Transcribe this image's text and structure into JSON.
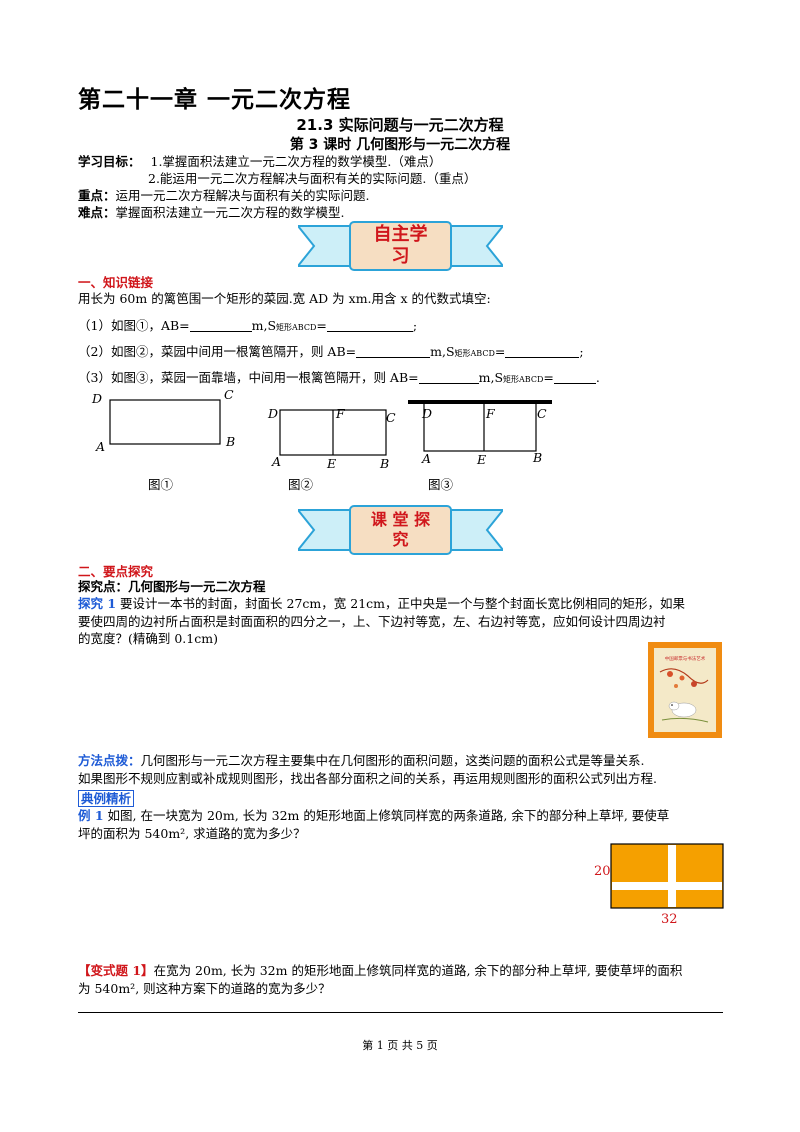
{
  "header": {
    "chapter": "第二十一章  一元二次方程",
    "section": "21.3  实际问题与一元二次方程",
    "lesson": "第 3 课时  几何图形与一元二次方程"
  },
  "objectives": {
    "label": "学习目标：",
    "item1": "1.掌握面积法建立一元二次方程的数学模型.（难点）",
    "item2": "2.能运用一元二次方程解决与面积有关的实际问题.（重点）",
    "key_label": "重点：",
    "key_text": "运用一元二次方程解决与面积有关的实际问题.",
    "diff_label": "难点：",
    "diff_text": "掌握面积法建立一元二次方程的数学模型."
  },
  "banner1": {
    "text": "自主学习",
    "colors": {
      "ribbon": "#cdeff8",
      "border": "#2ca3d8",
      "plate": "#f6dec2",
      "text": "#d0161b"
    }
  },
  "section1": {
    "heading": "一、知识链接",
    "intro": "用长为 60m 的篱笆围一个矩形的菜园.宽 AD 为 xm.用含 x 的代数式填空:",
    "q1": {
      "pre": "（1）如图①，AB=",
      "mid": "m,S",
      "sub": "矩形ABCD",
      "post": "=",
      "end": ";"
    },
    "q2": {
      "pre": "（2）如图②，菜园中间用一根篱笆隔开，则 AB=",
      "mid": "m,S",
      "sub": "矩形ABCD",
      "post": "=",
      "end": ";"
    },
    "q3": {
      "pre": "（3）如图③，菜园一面靠墙，中间用一根篱笆隔开，则 AB=",
      "mid": "m,S",
      "sub": "矩形ABCD",
      "post": "=",
      "end": "."
    }
  },
  "figures": {
    "fig1": {
      "label": "图①",
      "D": "D",
      "C": "C",
      "A": "A",
      "B": "B"
    },
    "fig2": {
      "label": "图②",
      "D": "D",
      "F": "F",
      "C": "C",
      "A": "A",
      "E": "E",
      "B": "B"
    },
    "fig3": {
      "label": "图③",
      "D": "D",
      "F": "F",
      "C": "C",
      "A": "A",
      "E": "E",
      "B": "B"
    }
  },
  "banner2": {
    "text": "课 堂 探究"
  },
  "section2": {
    "heading": "二、要点探究",
    "point": "探究点：几何图形与一元二次方程",
    "explore_label": "探究 1",
    "explore_l1": "要设计一本书的封面，封面长 27cm，宽 21cm，正中央是一个与整个封面长宽比例相同的矩形，如果",
    "explore_l2": "要使四周的边衬所占面积是封面面积的四分之一，上、下边衬等宽，左、右边衬等宽，应如何设计四周边衬",
    "explore_l3": "的宽度？(精确到 0.1cm)",
    "cover_title": "中国邮票与书法艺术",
    "method_label": "方法点拨：",
    "method_l1": "几何图形与一元二次方程主要集中在几何图形的面积问题，这类问题的面积公式是等量关系.",
    "method_l2": "如果图形不规则应割或补成规则图形，找出各部分面积之间的关系，再运用规则图形的面积公式列出方程.",
    "example_tag": "典例精析",
    "ex1_label": "例 1",
    "ex1_l1": "如图, 在一块宽为 20m, 长为 32m 的矩形地面上修筑同样宽的两条道路, 余下的部分种上草坪, 要使草",
    "ex1_l2": "坪的面积为 540m², 求道路的宽为多少？",
    "ex_fig": {
      "w_label": "20",
      "l_label": "32",
      "fill": "#f5a000"
    },
    "var_label": "【变式题 1】",
    "var_l1": "在宽为 20m, 长为 32m 的矩形地面上修筑同样宽的道路, 余下的部分种上草坪, 要使草坪的面积",
    "var_l2": "为 540m², 则这种方案下的道路的宽为多少？"
  },
  "footer": {
    "page": "第 1 页 共 5 页"
  }
}
